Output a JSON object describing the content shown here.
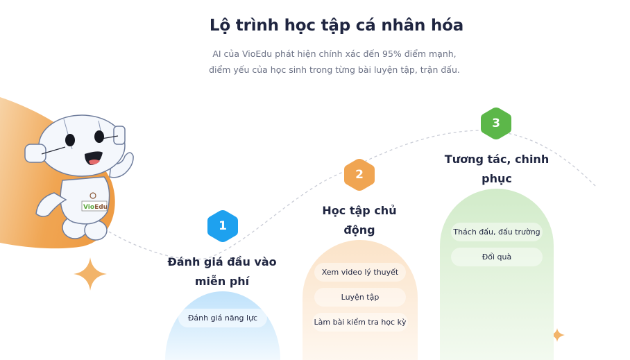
{
  "header": {
    "title": "Lộ trình học tập cá nhân hóa",
    "subtitle_line1": "AI của VioEdu phát hiện chính xác đến 95% điểm mạnh,",
    "subtitle_line2": "điểm yếu của học sinh trong từng bài luyện tập, trận đấu."
  },
  "mascot": {
    "label": "VioEdu",
    "icon": "robot-mascot-icon"
  },
  "colors": {
    "title": "#1f2540",
    "subtitle": "#6b7185",
    "step1": "#1ea1ef",
    "step2": "#f0a552",
    "step3": "#5cb749",
    "orange_blob": "#f0a552",
    "sparkle": "#f2b46a"
  },
  "steps": [
    {
      "number": "1",
      "title_line1": "Đánh giá đầu vào",
      "title_line2": "miễn phí",
      "items": [
        "Đánh giá năng lực"
      ]
    },
    {
      "number": "2",
      "title_line1": "Học tập chủ",
      "title_line2": "động",
      "items": [
        "Xem video lý thuyết",
        "Luyện tập",
        "Làm bài kiểm tra học kỳ"
      ]
    },
    {
      "number": "3",
      "title_line1": "Tương tác, chinh",
      "title_line2": "phục",
      "items": [
        "Thách đấu, đấu trường",
        "Đổi quà"
      ]
    }
  ]
}
